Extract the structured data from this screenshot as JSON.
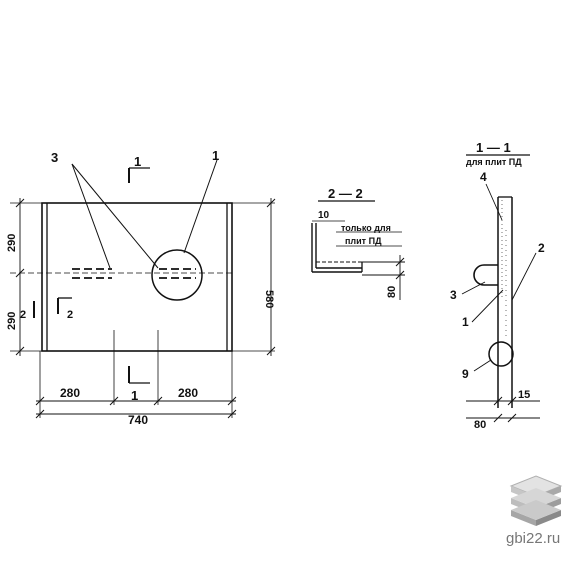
{
  "plan": {
    "callout_left": "3",
    "callout_right": "1",
    "section_mark_top": "1",
    "section_mark_bottom": "1",
    "section_mark_2_left": "2",
    "section_mark_2_right": "2",
    "dim_290_top": "290",
    "dim_290_bottom": "290",
    "dim_580": "580",
    "dim_280_left": "280",
    "dim_280_right": "280",
    "dim_740": "740"
  },
  "section_2": {
    "title": "2 — 2",
    "dim_10": "10",
    "note_line1": "только для",
    "note_line2": "плит ПД",
    "dim_80": "80"
  },
  "section_1": {
    "title": "1 — 1",
    "subtitle": "для плит ПД",
    "label_4": "4",
    "label_2": "2",
    "label_3": "3",
    "label_1": "1",
    "label_9": "9",
    "dim_15": "15",
    "dim_80": "80"
  },
  "watermark": {
    "site": "gbi22.ru",
    "colors": {
      "top": "#d8d8d8",
      "mid": "#bdbdbd",
      "bottom": "#9e9e9e"
    }
  }
}
